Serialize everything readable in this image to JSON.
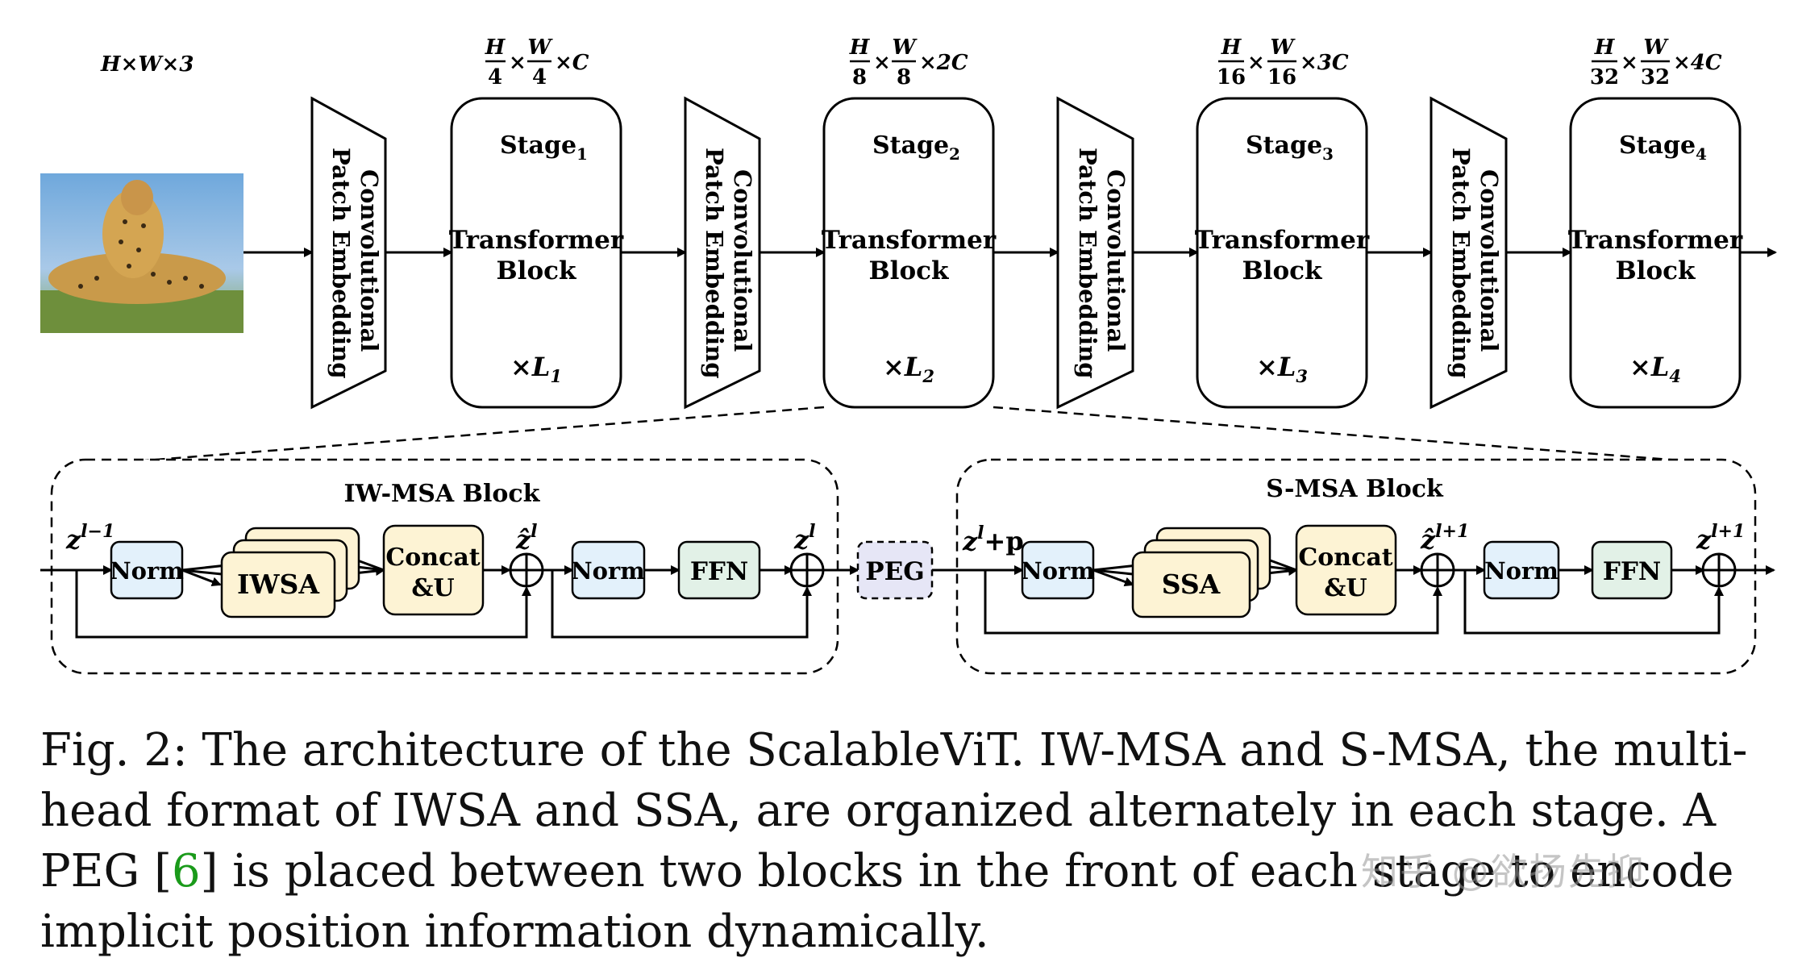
{
  "input": {
    "dims": "H×W×3",
    "image_alt": "cheetah"
  },
  "patch_embedding": {
    "line1": "Convolutional",
    "line2": "Patch Embedding"
  },
  "stages": [
    {
      "name": "Stage",
      "sub": "1",
      "block1": "Transformer",
      "block2": "Block",
      "repeat": "×L",
      "repeat_sub": "1",
      "dim_h": "H",
      "dim_h_den": "4",
      "dim_w": "W",
      "dim_w_den": "4",
      "dim_c": "×C"
    },
    {
      "name": "Stage",
      "sub": "2",
      "block1": "Transformer",
      "block2": "Block",
      "repeat": "×L",
      "repeat_sub": "2",
      "dim_h": "H",
      "dim_h_den": "8",
      "dim_w": "W",
      "dim_w_den": "8",
      "dim_c": "×2C"
    },
    {
      "name": "Stage",
      "sub": "3",
      "block1": "Transformer",
      "block2": "Block",
      "repeat": "×L",
      "repeat_sub": "3",
      "dim_h": "H",
      "dim_h_den": "16",
      "dim_w": "W",
      "dim_w_den": "16",
      "dim_c": "×3C"
    },
    {
      "name": "Stage",
      "sub": "4",
      "block1": "Transformer",
      "block2": "Block",
      "repeat": "×L",
      "repeat_sub": "4",
      "dim_h": "H",
      "dim_h_den": "32",
      "dim_w": "W",
      "dim_w_den": "32",
      "dim_c": "×4C"
    }
  ],
  "iw_block": {
    "title": "IW-MSA Block",
    "in_var": "z",
    "in_sup": "l−1",
    "norm1": "Norm",
    "attn": "IWSA",
    "concat1": "Concat",
    "concat2": "&U",
    "mid_var": "ẑ",
    "mid_sup": "l",
    "norm2": "Norm",
    "ffn": "FFN",
    "out_var": "z",
    "out_sup": "l"
  },
  "peg": "PEG",
  "s_block": {
    "title": "S-MSA Block",
    "in_var": "z",
    "in_sup": "l",
    "in_plus": "+p",
    "norm1": "Norm",
    "attn": "SSA",
    "concat1": "Concat",
    "concat2": "&U",
    "mid_var": "ẑ",
    "mid_sup": "l+1",
    "norm2": "Norm",
    "ffn": "FFN",
    "out_var": "z",
    "out_sup": "l+1"
  },
  "caption": {
    "part1": "Fig. 2: The architecture of the ScalableViT. IW-MSA and S-MSA, the multi-head format of IWSA and SSA, are organized alternately in each stage. A PEG [",
    "ref": "6",
    "part2": "] is placed between two blocks in the front of each stage to encode implicit position information dynamically."
  },
  "watermark": "知乎 @欲扬先抑",
  "colors": {
    "norm_fill": "#e3f1fb",
    "attn_fill": "#fdf3d4",
    "ffn_fill": "#e2f1e7",
    "peg_fill": "#e6e6f6"
  }
}
